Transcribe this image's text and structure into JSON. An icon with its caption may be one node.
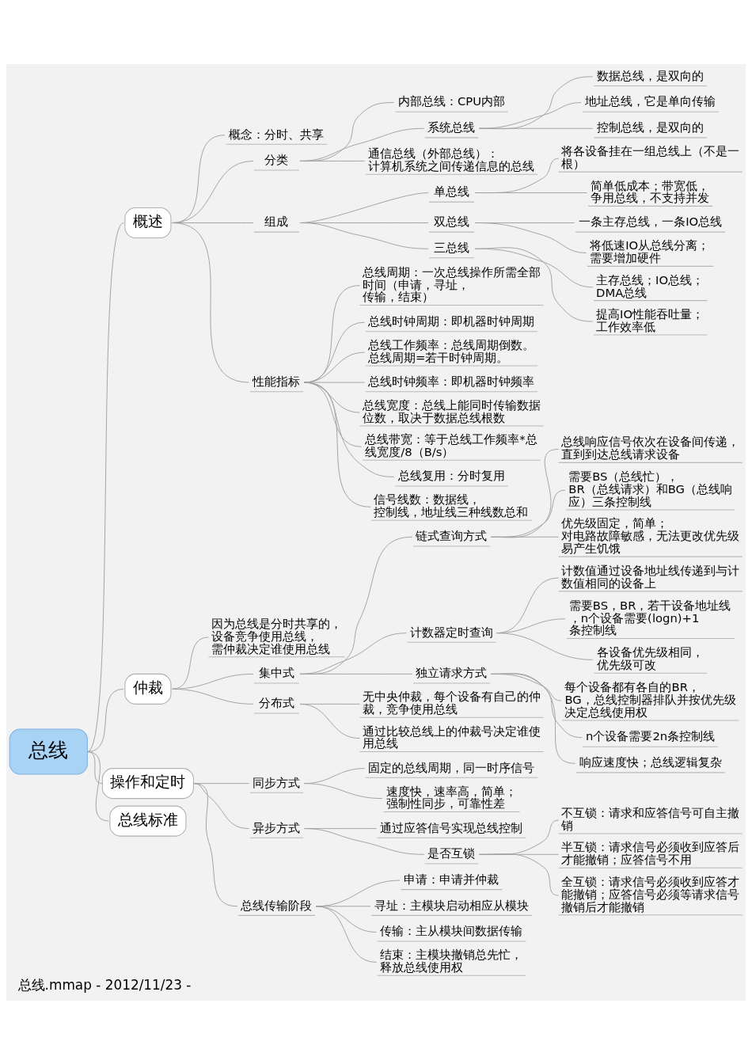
{
  "diagram": {
    "caption": "总线.mmap - 2012/11/23 -",
    "nodes": [
      {
        "text": [
          "总线"
        ]
      },
      {
        "text": [
          "概述"
        ]
      },
      {
        "text": [
          "概念：分时、共享"
        ]
      },
      {
        "text": [
          "分类"
        ]
      },
      {
        "text": [
          "内部总线：CPU内部"
        ]
      },
      {
        "text": [
          "系统总线"
        ]
      },
      {
        "text": [
          "数据总线，是双向的"
        ]
      },
      {
        "text": [
          "地址总线，它是单向传输"
        ]
      },
      {
        "text": [
          "控制总线，是双向的"
        ]
      },
      {
        "text": [
          "通信总线（外部总线）：计算机系统之间传递信息的总线"
        ]
      },
      {
        "text": [
          "组成"
        ]
      },
      {
        "text": [
          "单总线"
        ]
      },
      {
        "text": [
          "将各设备挂在一组总线上（不是一根）"
        ]
      },
      {
        "text": [
          "简单低成本；带宽低，争用总线，不支持并发"
        ]
      },
      {
        "text": [
          "双总线"
        ]
      },
      {
        "text": [
          "一条主存总线，一条IO总线"
        ]
      },
      {
        "text": [
          "将低速IO从总线分离；需要增加硬件"
        ]
      },
      {
        "text": [
          "三总线"
        ]
      },
      {
        "text": [
          "主存总线；IO总线；DMA总线"
        ]
      },
      {
        "text": [
          "提高IO性能吞吐量；工作效率低"
        ]
      },
      {
        "text": [
          "性能指标"
        ]
      },
      {
        "text": [
          "总线周期：一次总线操作所需全部时间（申请，寻址，传输，结束）"
        ]
      },
      {
        "text": [
          "总线时钟周期：即机器时钟周期"
        ]
      },
      {
        "text": [
          "总线工作频率：总线周期倒数。总线周期=若干时钟周期。"
        ]
      },
      {
        "text": [
          "总线时钟频率：即机器时钟频率"
        ]
      },
      {
        "text": [
          "总线宽度：总线上能同时传输数据位数，取决于数据总线根数"
        ]
      },
      {
        "text": [
          "总线带宽：等于总线工作频率*总线宽度/8（B/s）"
        ]
      },
      {
        "text": [
          "总线复用：分时复用"
        ]
      },
      {
        "text": [
          "信号线数：数据线，控制线，地址线三种线数总和"
        ]
      },
      {
        "text": [
          "仲裁"
        ]
      },
      {
        "text": [
          "因为总线是分时共享的，设备竞争使用总线，需仲裁决定谁使用总线"
        ]
      },
      {
        "text": [
          "集中式"
        ]
      },
      {
        "text": [
          "链式查询方式"
        ]
      },
      {
        "text": [
          "总线响应信号依次在设备间传递，直到到达总线请求设备"
        ]
      },
      {
        "text": [
          "需要BS（总线忙），BR（总线请求）和BG（总线响应）三条控制线"
        ]
      },
      {
        "text": [
          "优先级固定，简单；对电路故障敏感，无法更改优先级易产生饥饿"
        ]
      },
      {
        "text": [
          "计数器定时查询"
        ]
      },
      {
        "text": [
          "计数值通过设备地址线传递到与计数值相同的设备上"
        ]
      },
      {
        "text": [
          "需要BS，BR，若干设备地址线，n个设备需要(logn)+1条控制线"
        ]
      },
      {
        "text": [
          "各设备优先级相同，优先级可改"
        ]
      },
      {
        "text": [
          "独立请求方式"
        ]
      },
      {
        "text": [
          "每个设备都有各自的BR，BG，总线控制器排队并按优先级决定总线使用权"
        ]
      },
      {
        "text": [
          "n个设备需要2n条控制线"
        ]
      },
      {
        "text": [
          "响应速度快；总线逻辑复杂"
        ]
      },
      {
        "text": [
          "分布式"
        ]
      },
      {
        "text": [
          "无中央仲裁，每个设备有自己的仲裁，竞争使用总线"
        ]
      },
      {
        "text": [
          "通过比较总线上的仲裁号决定谁使用总线"
        ]
      },
      {
        "text": [
          "操作和定时"
        ]
      },
      {
        "text": [
          "同步方式"
        ]
      },
      {
        "text": [
          "固定的总线周期，同一时序信号"
        ]
      },
      {
        "text": [
          "速度快，速率高，简单；强制性同步，可靠性差"
        ]
      },
      {
        "text": [
          "异步方式"
        ]
      },
      {
        "text": [
          "通过应答信号实现总线控制"
        ]
      },
      {
        "text": [
          "是否互锁"
        ]
      },
      {
        "text": [
          "不互锁：请求和应答信号可自主撤销"
        ]
      },
      {
        "text": [
          "半互锁：请求信号必须收到应答后才能撤销；应答信号不用"
        ]
      },
      {
        "text": [
          "全互锁：请求信号必须收到应答才能撤销；应答信号必须等请求信号撤销后才能撤销"
        ]
      },
      {
        "text": [
          "总线传输阶段"
        ]
      },
      {
        "text": [
          "申请：申请并仲裁"
        ]
      },
      {
        "text": [
          "寻址：主模块启动相应从模块"
        ]
      },
      {
        "text": [
          "传输：主从模块间数据传输"
        ]
      },
      {
        "text": [
          "结束：主模块撤销总先忙，释放总线使用权"
        ]
      },
      {
        "text": [
          "总线标准"
        ]
      }
    ],
    "edges": [
      {
        "from": 0,
        "to": 1,
        "arrow": "none"
      },
      {
        "from": 1,
        "to": 2,
        "arrow": "none"
      },
      {
        "from": 1,
        "to": 3,
        "arrow": "none"
      },
      {
        "from": 3,
        "to": 4,
        "arrow": "none"
      },
      {
        "from": 3,
        "to": 5,
        "arrow": "none"
      },
      {
        "from": 5,
        "to": 6,
        "arrow": "none"
      },
      {
        "from": 5,
        "to": 7,
        "arrow": "none"
      },
      {
        "from": 5,
        "to": 8,
        "arrow": "none"
      },
      {
        "from": 3,
        "to": 9,
        "arrow": "none"
      },
      {
        "from": 1,
        "to": 10,
        "arrow": "none"
      },
      {
        "from": 10,
        "to": 11,
        "arrow": "none"
      },
      {
        "from": 11,
        "to": 12,
        "arrow": "none"
      },
      {
        "from": 11,
        "to": 13,
        "arrow": "none"
      },
      {
        "from": 10,
        "to": 14,
        "arrow": "none"
      },
      {
        "from": 14,
        "to": 15,
        "arrow": "none"
      },
      {
        "from": 14,
        "to": 16,
        "arrow": "none"
      },
      {
        "from": 10,
        "to": 17,
        "arrow": "none"
      },
      {
        "from": 17,
        "to": 18,
        "arrow": "none"
      },
      {
        "from": 17,
        "to": 19,
        "arrow": "none"
      },
      {
        "from": 1,
        "to": 20,
        "arrow": "none"
      },
      {
        "from": 20,
        "to": 21,
        "arrow": "none"
      },
      {
        "from": 20,
        "to": 22,
        "arrow": "none"
      },
      {
        "from": 20,
        "to": 23,
        "arrow": "none"
      },
      {
        "from": 20,
        "to": 24,
        "arrow": "none"
      },
      {
        "from": 20,
        "to": 25,
        "arrow": "none"
      },
      {
        "from": 20,
        "to": 26,
        "arrow": "none"
      },
      {
        "from": 20,
        "to": 27,
        "arrow": "none"
      },
      {
        "from": 20,
        "to": 28,
        "arrow": "none"
      },
      {
        "from": 0,
        "to": 29,
        "arrow": "none"
      },
      {
        "from": 29,
        "to": 30,
        "arrow": "none"
      },
      {
        "from": 29,
        "to": 31,
        "arrow": "none"
      },
      {
        "from": 31,
        "to": 32,
        "arrow": "none"
      },
      {
        "from": 32,
        "to": 33,
        "arrow": "none"
      },
      {
        "from": 32,
        "to": 34,
        "arrow": "none"
      },
      {
        "from": 32,
        "to": 35,
        "arrow": "none"
      },
      {
        "from": 31,
        "to": 36,
        "arrow": "none"
      },
      {
        "from": 36,
        "to": 37,
        "arrow": "none"
      },
      {
        "from": 36,
        "to": 38,
        "arrow": "none"
      },
      {
        "from": 36,
        "to": 39,
        "arrow": "none"
      },
      {
        "from": 31,
        "to": 40,
        "arrow": "none"
      },
      {
        "from": 40,
        "to": 41,
        "arrow": "none"
      },
      {
        "from": 40,
        "to": 42,
        "arrow": "none"
      },
      {
        "from": 40,
        "to": 43,
        "arrow": "none"
      },
      {
        "from": 29,
        "to": 44,
        "arrow": "none"
      },
      {
        "from": 44,
        "to": 45,
        "arrow": "none"
      },
      {
        "from": 44,
        "to": 46,
        "arrow": "none"
      },
      {
        "from": 0,
        "to": 47,
        "arrow": "none"
      },
      {
        "from": 47,
        "to": 48,
        "arrow": "none"
      },
      {
        "from": 48,
        "to": 49,
        "arrow": "none"
      },
      {
        "from": 48,
        "to": 50,
        "arrow": "none"
      },
      {
        "from": 47,
        "to": 51,
        "arrow": "none"
      },
      {
        "from": 51,
        "to": 52,
        "arrow": "none"
      },
      {
        "from": 51,
        "to": 53,
        "arrow": "none"
      },
      {
        "from": 53,
        "to": 54,
        "arrow": "none"
      },
      {
        "from": 53,
        "to": 55,
        "arrow": "none"
      },
      {
        "from": 53,
        "to": 56,
        "arrow": "none"
      },
      {
        "from": 47,
        "to": 57,
        "arrow": "none"
      },
      {
        "from": 57,
        "to": 58,
        "arrow": "none"
      },
      {
        "from": 57,
        "to": 59,
        "arrow": "none"
      },
      {
        "from": 57,
        "to": 60,
        "arrow": "none"
      },
      {
        "from": 57,
        "to": 61,
        "arrow": "none"
      },
      {
        "from": 0,
        "to": 62,
        "arrow": "none"
      }
    ]
  }
}
